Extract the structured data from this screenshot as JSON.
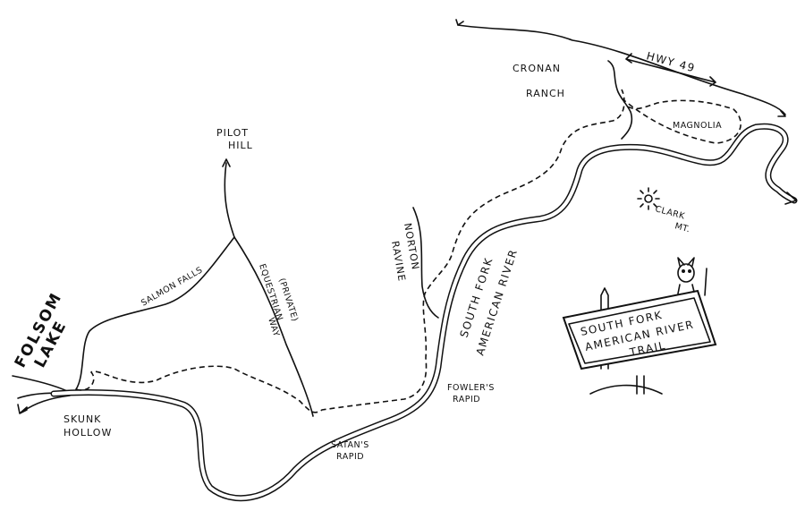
{
  "map": {
    "labels": {
      "pilot_hill_1": "PILOT",
      "pilot_hill_2": "HILL",
      "salmon_falls": "SALMON FALLS",
      "private": "(PRIVATE)",
      "equestrian": "EQUESTRIAN",
      "way": "WAY",
      "folsom": "FOLSOM",
      "lake": "LAKE",
      "skunk": "SKUNK",
      "hollow": "HOLLOW",
      "norton": "NORTON",
      "ravine": "RAVINE",
      "south_fork": "SOUTH FORK",
      "american_river": "AMERICAN RIVER",
      "fowlers": "FOWLER'S",
      "fowlers_rapid": "RAPID",
      "satans": "SATAN'S",
      "satans_rapid": "RAPID",
      "cronan": "CRONAN",
      "ranch": "RANCH",
      "hwy": "HWY 49",
      "magnolia": "MAGNOLIA",
      "clark": "CLARK",
      "mt": "MT."
    },
    "sign": {
      "line1": "SOUTH FORK",
      "line2": "AMERICAN RIVER",
      "line3": "TRAIL"
    }
  }
}
